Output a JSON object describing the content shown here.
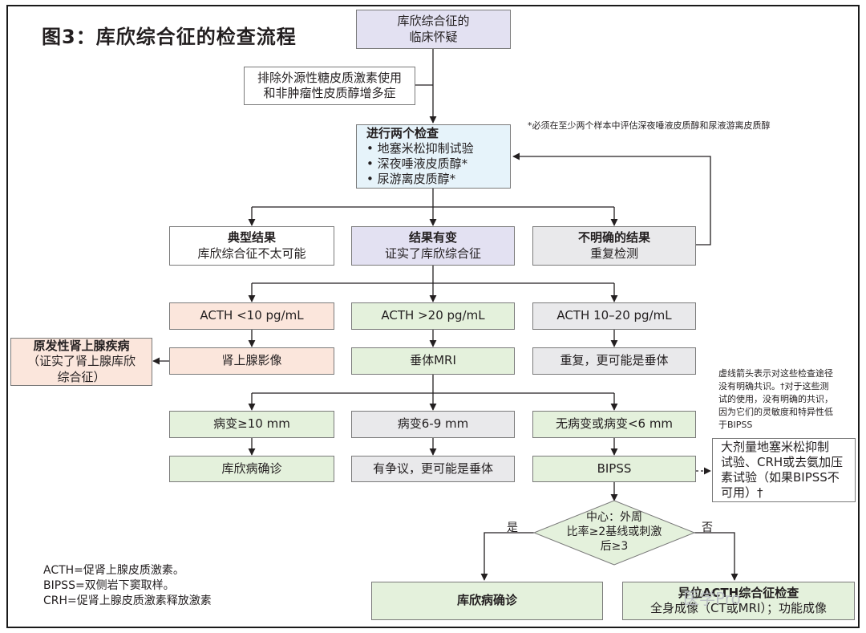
{
  "title": "图3：库欣综合征的检查流程",
  "note_star": "*必须在至少两个样本中评估深夜唾液皮质醇和尿液游离皮质醇",
  "note_dash": [
    "虚线箭头表示对这些检查途径",
    "没有明确共识。†对于这些测",
    "试的使用，没有明确的共识，",
    "因为它们的灵敏度和特异性低",
    "于BIPSS"
  ],
  "nodes": {
    "suspicion": [
      "库欣综合征的",
      "临床怀疑"
    ],
    "exclude": [
      "排除外源性糖皮质激素使用",
      "和非肿瘤性皮质醇增多症"
    ],
    "tests_title": "进行两个检查",
    "tests_items": [
      "• 地塞米松抑制试验",
      "• 深夜唾液皮质醇*",
      "• 尿游离皮质醇*"
    ],
    "typical_title": "典型结果",
    "typical_sub": "库欣综合征不太可能",
    "abnormal_title": "结果有变",
    "abnormal_sub": "证实了库欣综合征",
    "unclear_title": "不明确的结果",
    "unclear_sub": "重复检测",
    "acth_low": "ACTH <10 pg/mL",
    "acth_high": "ACTH >20 pg/mL",
    "acth_mid": "ACTH 10–20 pg/mL",
    "primary": [
      "原发性肾上腺疾病",
      "（证实了肾上腺库欣",
      "综合征）"
    ],
    "adrenal_imaging": "肾上腺影像",
    "pituitary_mri": "垂体MRI",
    "repeat": "重复，更可能是垂体",
    "lesion_10": "病变≥10 mm",
    "lesion_6_9": "病变6-9 mm",
    "lesion_none": "无病变或病变<6 mm",
    "cushing_dx": "库欣病确诊",
    "disputed": "有争议，更可能是垂体",
    "bipss": "BIPSS",
    "alt_tests": [
      "大剂量地塞米松抑制",
      "试验、CRH或去氨加压",
      "素试验（如果BIPSS不",
      "可用）†"
    ],
    "diamond": [
      "中心：外周",
      "比率≥2基线或刺激",
      "后≥3"
    ],
    "yes": "是",
    "no": "否",
    "final_dx": "库欣病确诊",
    "ectopic_title": "异位ACTH综合征检查",
    "ectopic_sub": "全身成像（CT或MRI）；功能成像"
  },
  "abbreviations": [
    "ACTH=促肾上腺皮质激素。",
    "BIPSS=双侧岩下窦取样。",
    "CRH=促肾上腺皮质激素释放激素"
  ],
  "watermark": "医学Pro",
  "colors": {
    "purple": "#e3e1f2",
    "lightblue": "#e6f3fa",
    "green": "#e4f1dc",
    "gray": "#e9e9eb",
    "peach": "#fbe6dc",
    "line": "#231f20"
  }
}
